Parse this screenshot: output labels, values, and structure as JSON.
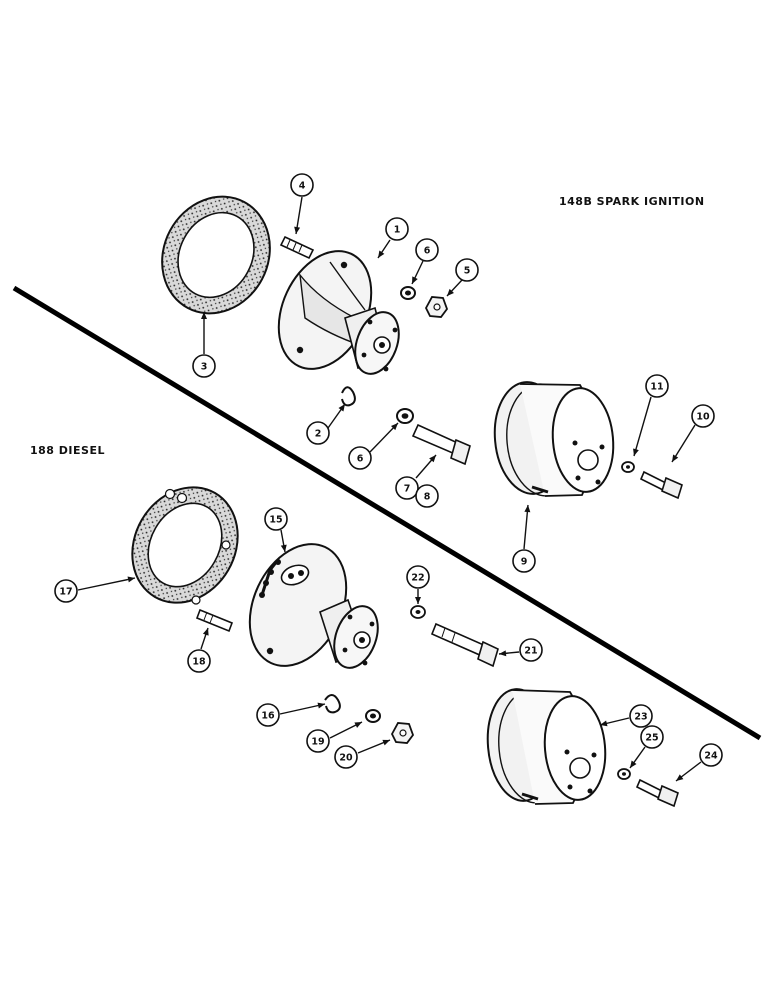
{
  "sections": {
    "spark_ignition": "148B SPARK IGNITION",
    "diesel": "188 DIESEL"
  },
  "parts": {
    "spark_ignition": [
      "1",
      "2",
      "3",
      "4",
      "5",
      "6",
      "6",
      "7",
      "8",
      "9",
      "10",
      "11"
    ],
    "diesel": [
      "15",
      "16",
      "17",
      "18",
      "19",
      "20",
      "21",
      "22",
      "23",
      "24",
      "25"
    ]
  }
}
